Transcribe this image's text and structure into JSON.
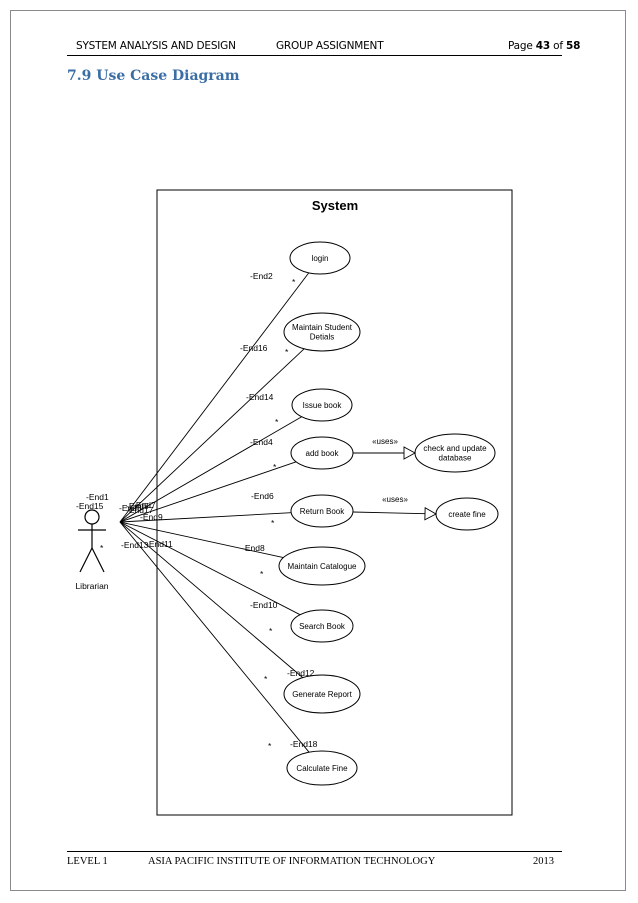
{
  "header": {
    "course": "SYSTEM ANALYSIS AND DESIGN",
    "assignment": "GROUP ASSIGNMENT",
    "page_prefix": "Page",
    "page_number": "43",
    "page_of": "of",
    "page_total": "58"
  },
  "section_title": "7.9 Use Case Diagram",
  "diagram": {
    "system_label": "System",
    "actor": {
      "name": "Librarian",
      "end_labels": [
        "-End1",
        "-End15"
      ],
      "stacked_end_labels": [
        "-End3",
        "-End5",
        "-End7",
        "-End9",
        "-End13",
        "-End17",
        "-End11"
      ],
      "multiplicity": "*"
    },
    "use_cases": [
      {
        "name": "login",
        "end": "-End2",
        "multiplicity": "*"
      },
      {
        "name": "Maintain Student\nDetials",
        "end": "-End16",
        "multiplicity": "*"
      },
      {
        "name": "Issue book",
        "end": "-End14",
        "multiplicity": "*"
      },
      {
        "name": "add book",
        "end": "-End4",
        "multiplicity": "*"
      },
      {
        "name": "Return Book",
        "end": "-End6",
        "multiplicity": "*"
      },
      {
        "name": "Maintain Catalogue",
        "end": "-End8",
        "multiplicity": "*"
      },
      {
        "name": "Search Book",
        "end": "-End10",
        "multiplicity": "*"
      },
      {
        "name": "Generate Report",
        "end": "-End12",
        "multiplicity": "*"
      },
      {
        "name": "Calculate Fine",
        "end": "-End18",
        "multiplicity": "*"
      }
    ],
    "external_use_cases": [
      {
        "name": "check and update\ndatabase"
      },
      {
        "name": "create fine"
      }
    ],
    "relations": [
      {
        "label": "«uses»",
        "from": "add book",
        "to": "check and update\ndatabase"
      },
      {
        "label": "«uses»",
        "from": "Return Book",
        "to": "create fine"
      }
    ]
  },
  "footer": {
    "level": "LEVEL 1",
    "institute": "ASIA PACIFIC INSTITUTE OF INFORMATION TECHNOLOGY",
    "year": "2013"
  }
}
